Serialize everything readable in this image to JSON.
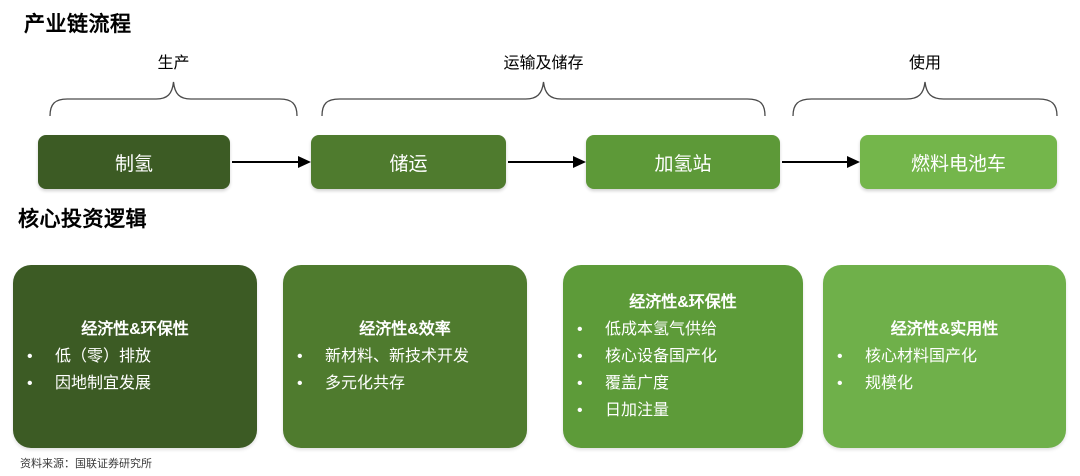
{
  "page": {
    "section1_title": "产业链流程",
    "section2_title": "核心投资逻辑",
    "source": "资料来源：国联证券研究所"
  },
  "flow": {
    "brace_color": "#4a4a4a",
    "arrow_color": "#000000",
    "stages": [
      {
        "label": "生产"
      },
      {
        "label": "运输及储存"
      },
      {
        "label": "使用"
      }
    ],
    "nodes": [
      {
        "label": "制氢",
        "color": "#3C5B24"
      },
      {
        "label": "储运",
        "color": "#4F7B2E"
      },
      {
        "label": "加氢站",
        "color": "#5D9938"
      },
      {
        "label": "燃料电池车",
        "color": "#74B64B"
      }
    ]
  },
  "cards": [
    {
      "title": "经济性&环保性",
      "color": "#3C5B24",
      "bullets": [
        "低（零）排放",
        "因地制宜发展"
      ]
    },
    {
      "title": "经济性&效率",
      "color": "#4F7B2E",
      "bullets": [
        "新材料、新技术开发",
        "多元化共存"
      ]
    },
    {
      "title": "经济性&环保性",
      "color": "#5D9B39",
      "bullets": [
        "低成本氢气供给",
        "核心设备国产化",
        "覆盖广度",
        "日加注量"
      ]
    },
    {
      "title": "经济性&实用性",
      "color": "#6FB04A",
      "bullets": [
        "核心材料国产化",
        "规模化"
      ]
    }
  ]
}
